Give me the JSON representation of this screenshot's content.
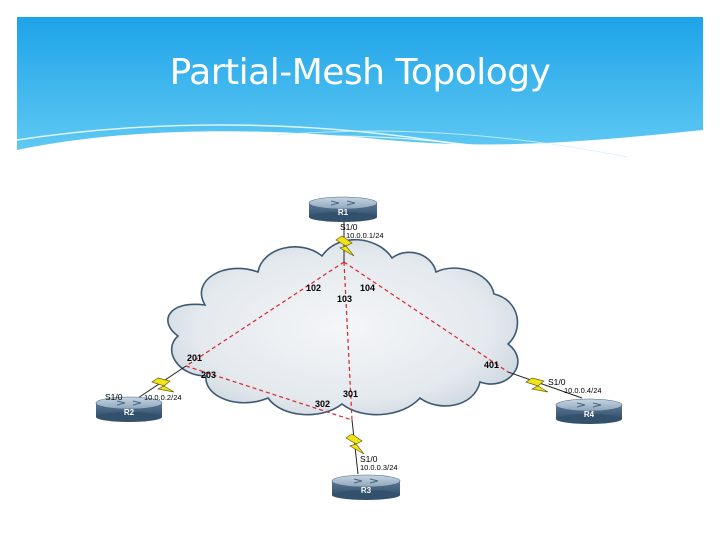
{
  "slide": {
    "title": "Partial-Mesh Topology"
  },
  "routers": [
    {
      "name": "R1",
      "interface": "S1/0",
      "ip": "10.0.0.1/24"
    },
    {
      "name": "R2",
      "interface": "S1/0",
      "ip": "10.0.0.2/24"
    },
    {
      "name": "R3",
      "interface": "S1/0",
      "ip": "10.0.0.3/24"
    },
    {
      "name": "R4",
      "interface": "S1/0",
      "ip": "10.0.0.4/24"
    }
  ],
  "dlci": {
    "r1_to_r2": "102",
    "r1_to_r3": "103",
    "r1_to_r4": "104",
    "r2_to_r1": "201",
    "r2_to_r3": "203",
    "r3_to_r1": "301",
    "r3_to_r2": "302",
    "r4_to_r1": "401"
  },
  "colors": {
    "header_top": "#1ea3e8",
    "header_bottom": "#9ee2fa",
    "cloud_fill": "#e6ebef",
    "cloud_stroke": "#3d5873",
    "pvc_line": "#d6262a",
    "router_body": "#4d6b88",
    "router_top": "#a9bfd1",
    "lightning": "#f1e31c"
  },
  "icons": {
    "router": "router-icon",
    "serial_link": "lightning-bolt-icon"
  }
}
